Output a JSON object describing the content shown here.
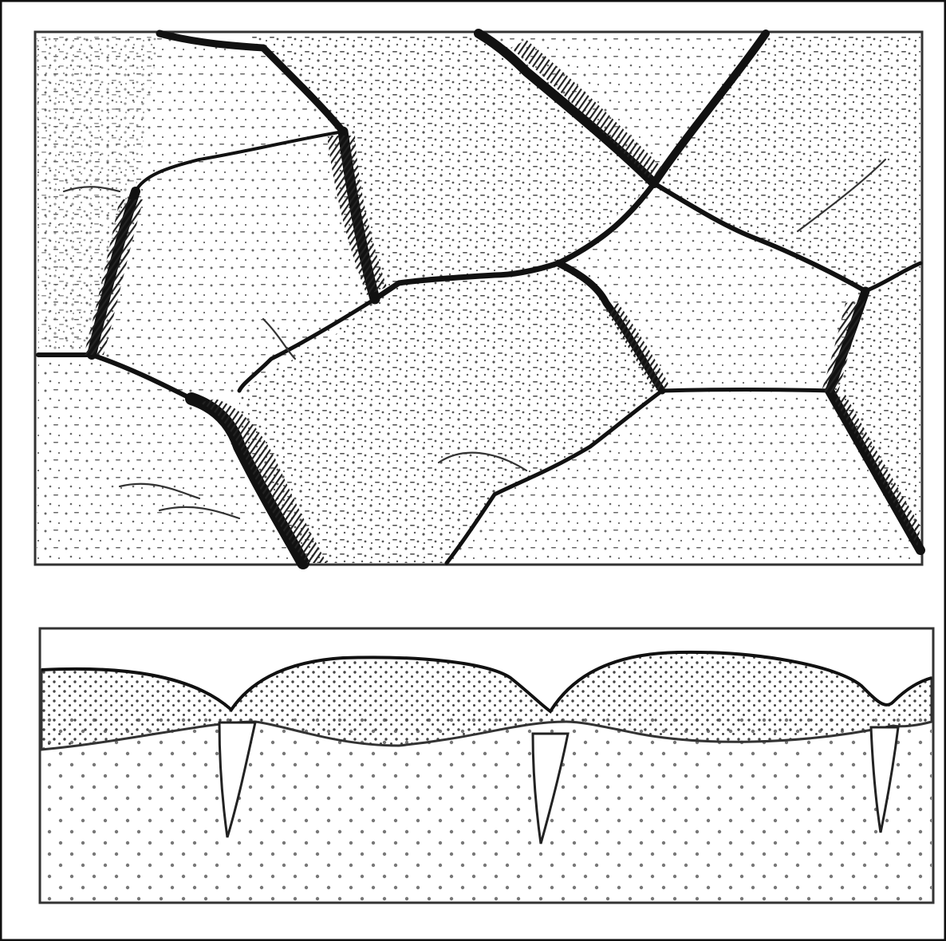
{
  "figure": {
    "panels": [
      {
        "id": "plan-view",
        "polygon_count": 11
      },
      {
        "id": "cross-section",
        "cell_count": 2,
        "wedge_count": 3
      }
    ],
    "colors": {
      "ink": "#222222",
      "crack": "#111111",
      "stipple": "#555555",
      "paper": "#ffffff"
    }
  }
}
